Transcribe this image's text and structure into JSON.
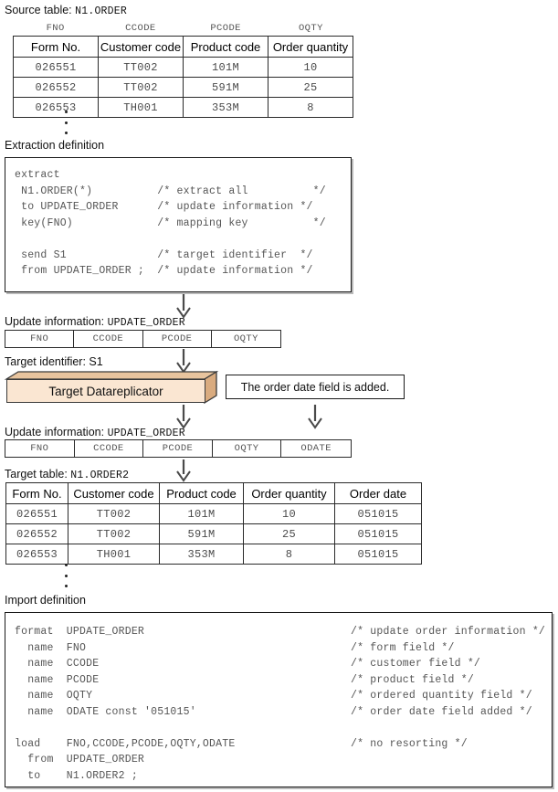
{
  "source_section": {
    "caption_label": "Source table:",
    "caption_value": "N1.ORDER",
    "field_names": [
      "FNO",
      "CCODE",
      "PCODE",
      "OQTY"
    ],
    "headers": [
      "Form No.",
      "Customer code",
      "Product code",
      "Order quantity"
    ],
    "rows": [
      [
        "026551",
        "TT002",
        "101M",
        "10"
      ],
      [
        "026552",
        "TT002",
        "591M",
        "25"
      ],
      [
        "026553",
        "TH001",
        "353M",
        "8"
      ]
    ]
  },
  "extraction_section": {
    "caption": "Extraction definition",
    "code": "extract\n N1.ORDER(*)          /* extract all          */\n to UPDATE_ORDER      /* update information */\n key(FNO)             /* mapping key          */\n\n send S1              /* target identifier  */\n from UPDATE_ORDER ;  /* update information */"
  },
  "update_info_1": {
    "caption_label": "Update information:",
    "caption_value": "UPDATE_ORDER",
    "fields": [
      "FNO",
      "CCODE",
      "PCODE",
      "OQTY"
    ]
  },
  "target_identifier": {
    "caption_label": "Target identifier:",
    "caption_value": "S1",
    "box_label": "Target Datareplicator",
    "front_color": "#fae6d2",
    "top_color": "#e8c49e",
    "side_color": "#d9ab7f"
  },
  "callout": {
    "text": "The order date field is added."
  },
  "update_info_2": {
    "caption_label": "Update information:",
    "caption_value": "UPDATE_ORDER",
    "fields": [
      "FNO",
      "CCODE",
      "PCODE",
      "OQTY",
      "ODATE"
    ]
  },
  "target_section": {
    "caption_label": "Target table:",
    "caption_value": "N1.ORDER2",
    "headers": [
      "Form No.",
      "Customer code",
      "Product code",
      "Order quantity",
      "Order date"
    ],
    "rows": [
      [
        "026551",
        "TT002",
        "101M",
        "10",
        "051015"
      ],
      [
        "026552",
        "TT002",
        "591M",
        "25",
        "051015"
      ],
      [
        "026553",
        "TH001",
        "353M",
        "8",
        "051015"
      ]
    ]
  },
  "import_section": {
    "caption": "Import definition",
    "code_left": "format  UPDATE_ORDER\n  name  FNO\n  name  CCODE\n  name  PCODE\n  name  OQTY\n  name  ODATE const '051015'\n\nload    FNO,CCODE,PCODE,OQTY,ODATE\n  from  UPDATE_ORDER\n  to    N1.ORDER2 ;",
    "code_right": "/* update order information */\n/* form field */\n/* customer field */\n/* product field */\n/* ordered quantity field */\n/* order date field added */\n\n/* no resorting */"
  }
}
